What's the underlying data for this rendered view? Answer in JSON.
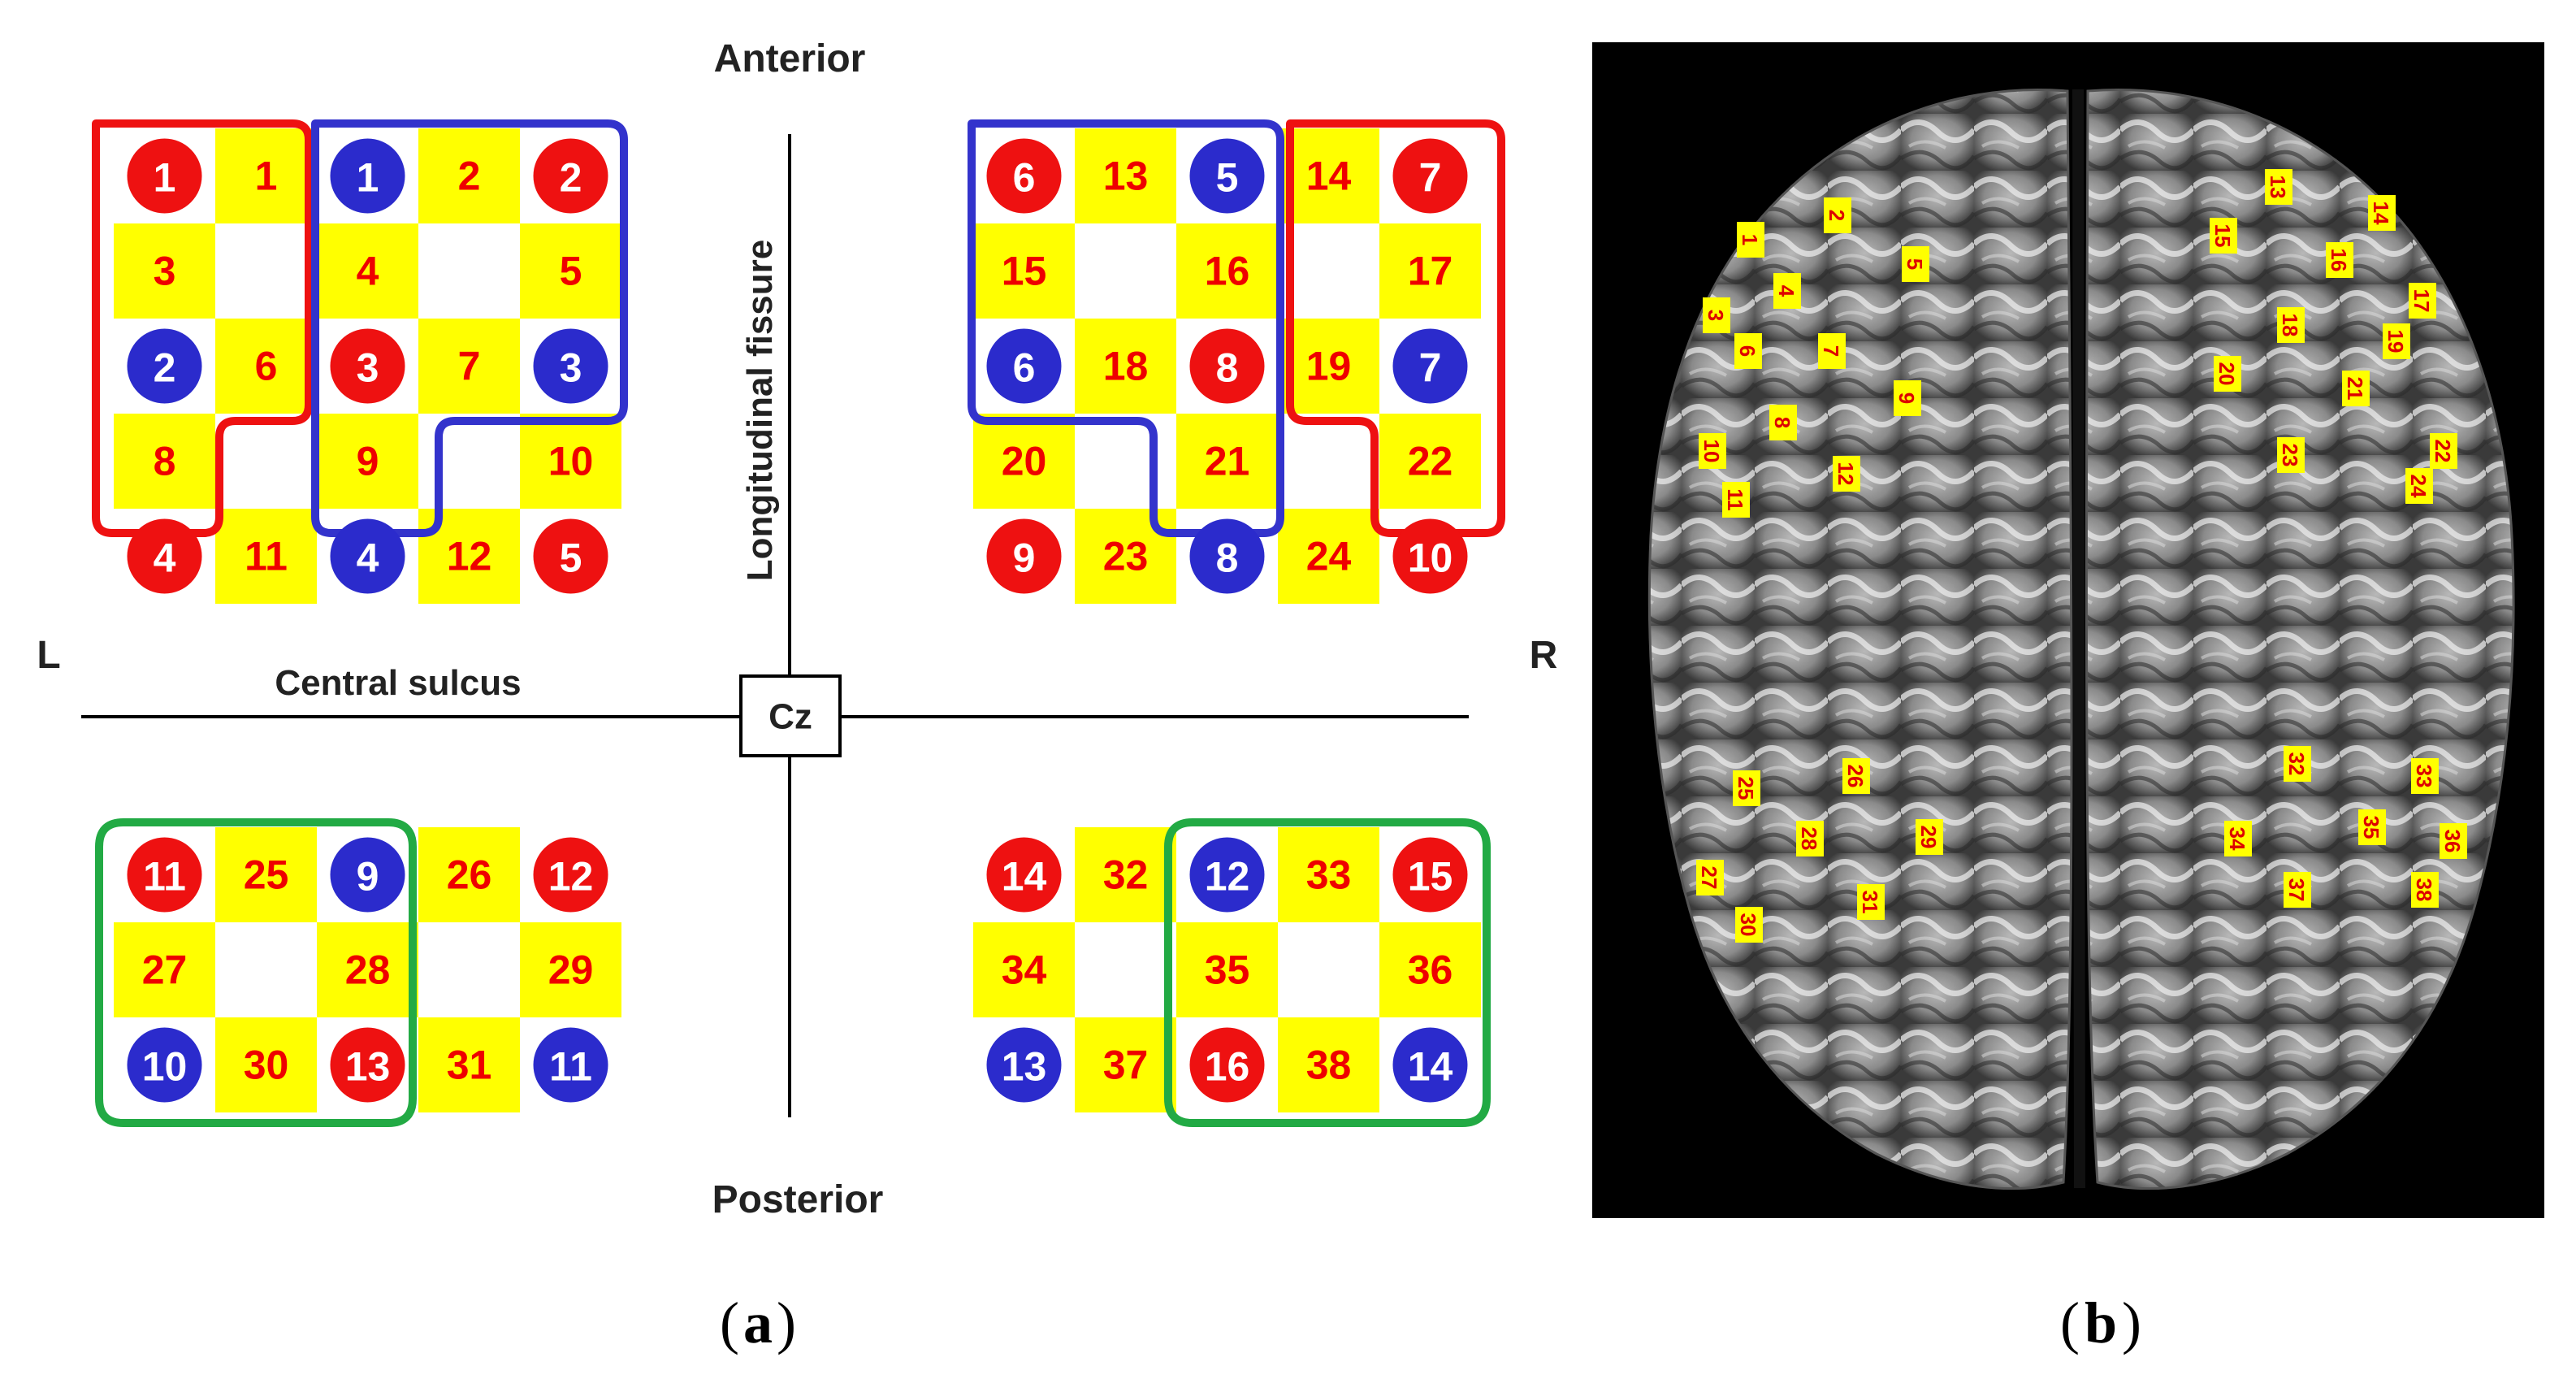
{
  "labels": {
    "anterior": "Anterior",
    "posterior": "Posterior",
    "left": "L",
    "right": "R",
    "central_sulcus": "Central sulcus",
    "longitudinal_fissure": "Longitudinal fissure",
    "cz": "Cz"
  },
  "captions": {
    "a_open": "(",
    "a_letter": "a",
    "a_close": ")",
    "b_open": "(",
    "b_letter": "b",
    "b_close": ")"
  },
  "colors": {
    "source_red": "#ee1111",
    "detector_blue": "#2b2bcc",
    "channel_yellow": "#ffff00",
    "channel_text": "#ee0000",
    "group_red": "#ee1111",
    "group_blue": "#3333cc",
    "group_green": "#22aa44",
    "brain_background": "#000000"
  },
  "legend_semantics": {
    "red_circle": "source",
    "blue_circle": "detector",
    "yellow_square": "channel"
  },
  "quadrants": {
    "top_left": {
      "sources": [
        "1",
        "2",
        "3",
        "4",
        "5"
      ],
      "detectors": [
        "1",
        "2",
        "3",
        "4"
      ],
      "channels": [
        "1",
        "2",
        "3",
        "4",
        "5",
        "6",
        "7",
        "8",
        "9",
        "10",
        "11",
        "12"
      ]
    },
    "top_right": {
      "sources": [
        "6",
        "7",
        "8",
        "9",
        "10"
      ],
      "detectors": [
        "5",
        "6",
        "7",
        "8"
      ],
      "channels": [
        "13",
        "14",
        "15",
        "16",
        "17",
        "18",
        "19",
        "20",
        "21",
        "22",
        "23",
        "24"
      ]
    },
    "bottom_left": {
      "sources": [
        "11",
        "12",
        "13"
      ],
      "detectors": [
        "9",
        "10",
        "11"
      ],
      "channels": [
        "25",
        "26",
        "27",
        "28",
        "29",
        "30",
        "31"
      ]
    },
    "bottom_right": {
      "sources": [
        "14",
        "15",
        "16"
      ],
      "detectors": [
        "12",
        "13",
        "14"
      ],
      "channels": [
        "32",
        "33",
        "34",
        "35",
        "36",
        "37",
        "38"
      ]
    }
  },
  "brain_channel_labels": [
    "1",
    "2",
    "3",
    "4",
    "5",
    "6",
    "7",
    "8",
    "9",
    "10",
    "11",
    "12",
    "13",
    "14",
    "15",
    "16",
    "17",
    "18",
    "19",
    "20",
    "21",
    "22",
    "23",
    "24",
    "25",
    "26",
    "27",
    "28",
    "29",
    "30",
    "31",
    "32",
    "33",
    "34",
    "35",
    "36",
    "37",
    "38"
  ]
}
